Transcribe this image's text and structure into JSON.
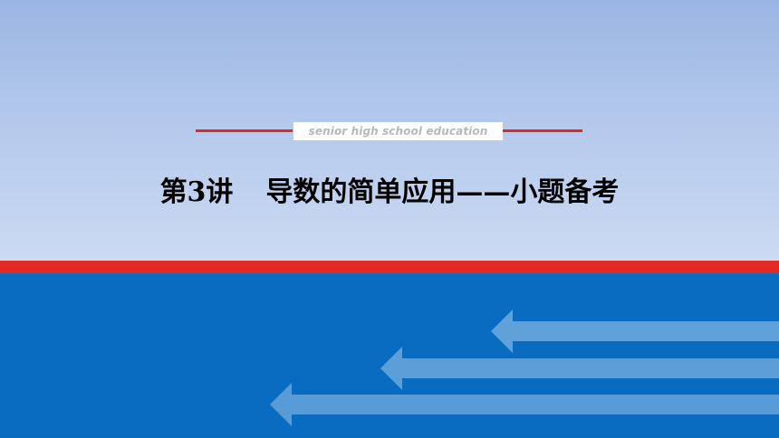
{
  "slide": {
    "tagline": "senior high school education",
    "title_lecture": "第3讲",
    "title_topic": "导数的简单应用——小题备考"
  },
  "colors": {
    "top_gradient_start": "#9bb6e3",
    "top_gradient_end": "#ccdaf2",
    "accent_red": "#e02a22",
    "bottom_blue": "#0a6cc1",
    "arrow_light": "#6aa7dc"
  },
  "icons": [
    "arrow-left-icon",
    "arrow-left-icon",
    "arrow-left-icon"
  ]
}
